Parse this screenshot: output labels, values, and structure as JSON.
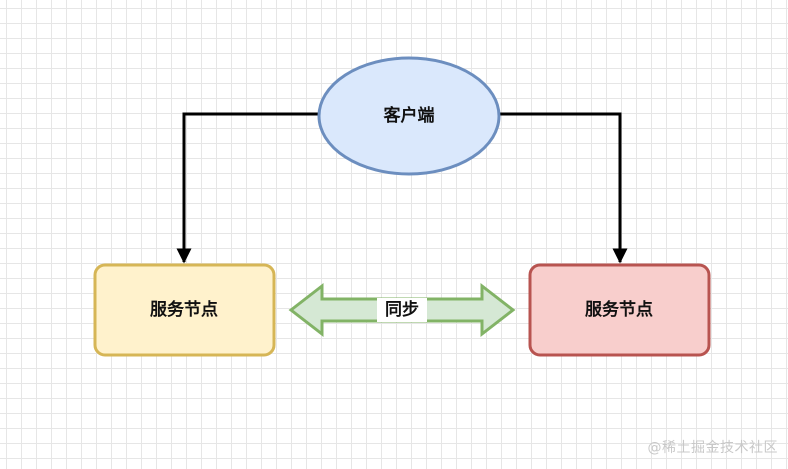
{
  "nodes": {
    "client": {
      "label": "客户端"
    },
    "server_left": {
      "label": "服务节点"
    },
    "server_right": {
      "label": "服务节点"
    }
  },
  "edges": {
    "sync": {
      "label": "同步"
    }
  },
  "watermark": "@稀土掘金技术社区",
  "colors": {
    "client_fill": "#dae8fc",
    "client_stroke": "#6c8ebf",
    "server_left_fill": "#fff2cc",
    "server_left_stroke": "#d6b656",
    "server_right_fill": "#f8cecc",
    "server_right_stroke": "#b85450",
    "sync_fill": "#d5e8d4",
    "sync_stroke": "#82b366"
  }
}
